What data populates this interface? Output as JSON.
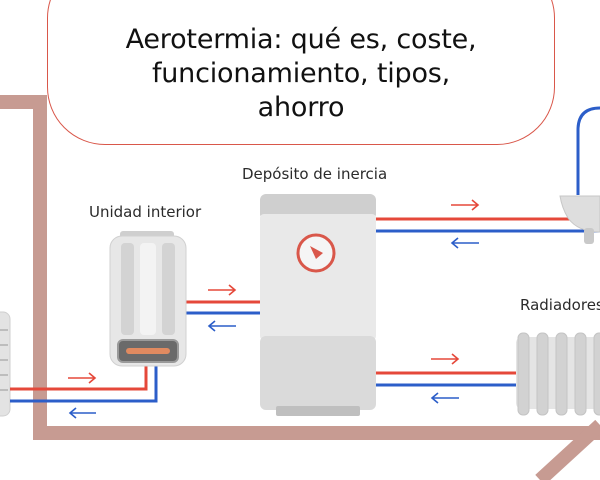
{
  "title": {
    "line1": "Aerotermia: qué es, coste,",
    "line2": "funcionamiento, tipos,",
    "line3": "ahorro"
  },
  "labels": {
    "tank": "Depósito de inercia",
    "indoor_unit": "Unidad interior",
    "radiators": "Radiadores"
  },
  "colors": {
    "frame": "#c79b92",
    "hot_pipe": "#e5483a",
    "cold_pipe": "#2c5ec9",
    "title_border": "#d9574a",
    "appliance_body": "#e7e7e7",
    "appliance_top": "#cfcfcf",
    "gauge_ring": "#d9574a"
  }
}
